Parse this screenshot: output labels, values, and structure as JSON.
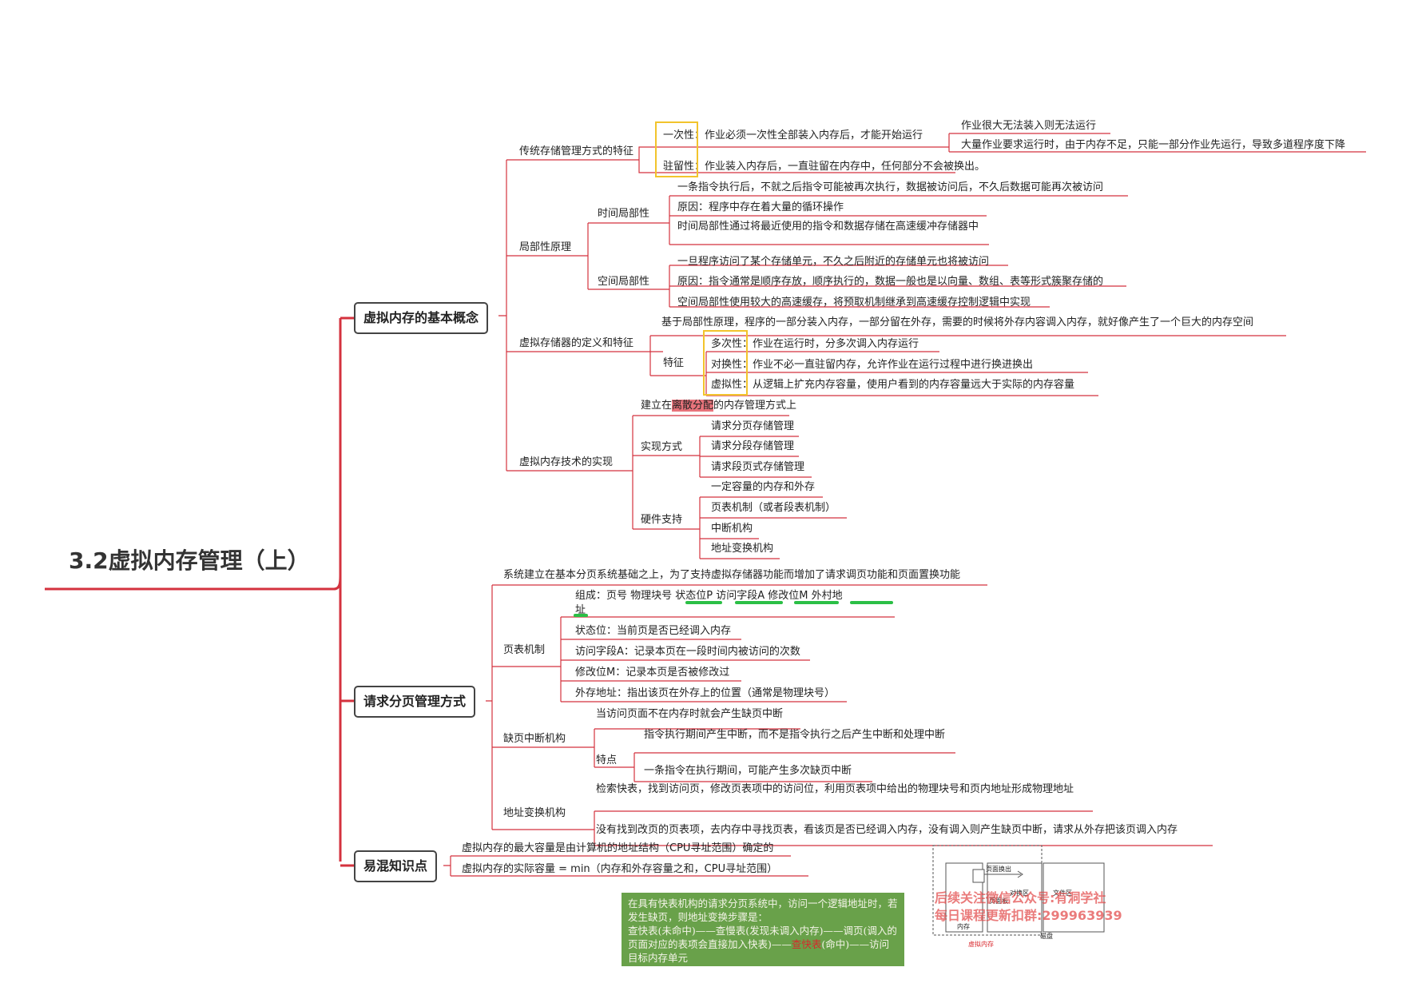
{
  "title": "3.2虚拟内存管理（上）",
  "branches": {
    "basic": "虚拟内存的基本概念",
    "paging": "请求分页管理方式",
    "confusing": "易混知识点"
  },
  "basic": {
    "traditional": {
      "label": "传统存储管理方式的特征",
      "one_time_key": "一次性",
      "one_time_text": "：作业必须一次性全部装入内存后，才能开始运行",
      "one_time_sub": [
        "作业很大无法装入则无法运行",
        "大量作业要求运行时，由于内存不足，只能一部分作业先运行，导致多道程序度下降"
      ],
      "resident_key": "驻留性",
      "resident_text": "：作业装入内存后，一直驻留在内存中，任何部分不会被换出。"
    },
    "locality": {
      "label": "局部性原理",
      "temporal": {
        "label": "时间局部性",
        "items": [
          "一条指令执行后，不就之后指令可能被再次执行，数据被访问后，不久后数据可能再次被访问",
          "原因：程序中存在着大量的循环操作",
          "时间局部性通过将最近使用的指令和数据存储在高速缓冲存储器中"
        ]
      },
      "spatial": {
        "label": "空间局部性",
        "items": [
          "一旦程序访问了某个存储单元，不久之后附近的存储单元也将被访问",
          "原因：指令通常是顺序存放，顺序执行的，数据一般也是以向量、数组、表等形式簇聚存储的",
          "空间局部性使用较大的高速缓存，将预取机制继承到高速缓存控制逻辑中实现"
        ]
      }
    },
    "definition": {
      "label": "虚拟存储器的定义和特征",
      "def_text": "基于局部性原理，程序的一部分装入内存，一部分留在外存，需要的时候将外存内容调入内存，就好像产生了一个巨大的内存空间",
      "feature_label": "特征",
      "features": [
        {
          "key": "多次性",
          "text": "：作业在运行时，分多次调入内存运行"
        },
        {
          "key": "对换性",
          "text": "：作业不必一直驻留内存，允许作业在运行过程中进行换进换出"
        },
        {
          "key": "虚拟性",
          "text": "：从逻辑上扩充内存容量，使用户看到的内存容量远大于实际的内存容量"
        }
      ]
    },
    "implementation": {
      "label": "虚拟内存技术的实现",
      "basis_pre": "建立在",
      "basis_hl": "离散分配",
      "basis_post": "的内存管理方式上",
      "methods_label": "实现方式",
      "methods": [
        "请求分页存储管理",
        "请求分段存储管理",
        "请求段页式存储管理"
      ],
      "hardware_label": "硬件支持",
      "hardware": [
        "一定容量的内存和外存",
        "页表机制（或者段表机制）",
        "中断机构",
        "地址变换机构"
      ]
    }
  },
  "paging": {
    "intro": "系统建立在基本分页系统基础之上，为了支持虚拟存储器功能而增加了请求调页功能和页面置换功能",
    "page_table": {
      "label": "页表机制",
      "composition_line1": "组成：页号   物理块号   状态位P   访问字段A   修改位M   外村地",
      "composition_line2": "址",
      "items": [
        "状态位：当前页是否已经调入内存",
        "访问字段A：记录本页在一段时间内被访问的次数",
        "修改位M：记录本页是否被修改过",
        "外存地址：指出该页在外存上的位置（通常是物理块号）"
      ]
    },
    "page_fault": {
      "label": "缺页中断机构",
      "trigger": "当访问页面不在内存时就会产生缺页中断",
      "feature_label": "特点",
      "features": [
        "指令执行期间产生中断，而不是指令执行之后产生中断和处理中断",
        "一条指令在执行期间，可能产生多次缺页中断"
      ]
    },
    "address": {
      "label": "地址变换机构",
      "items": [
        "检索快表，找到访问页，修改页表项中的访问位，利用页表项中给出的物理块号和页内地址形成物理地址",
        "没有找到改页的页表项，去内存中寻找页表，看该页是否已经调入内存，没有调入则产生缺页中断，请求从外存把该页调入内存"
      ]
    }
  },
  "confusing": {
    "items": [
      "虚拟内存的最大容量是由计算机的地址结构（CPU寻址范围）确定的",
      "虚拟内存的实际容量 =     min（内存和外存容量之和，CPU寻址范围）"
    ]
  },
  "note": {
    "line1": "在具有快表机构的请求分页系统中，访问一个逻辑地址时，若发生缺页，则地址变换步骤是：",
    "line2_pre": "查快表(未命中)——查慢表(发现未调入内存)——调页(调入的页面对应的表项会直接加入快表)——",
    "line2_hl": "查快表",
    "line2_post": "(命中)——访问目标内存单元"
  },
  "thumbnail": {
    "page_swap": "页面换出",
    "swap_area": "对换区",
    "file_area": "文件区",
    "page_frame": "页面板",
    "memory": "内存",
    "disk": "磁盘",
    "virtual_memory": "虚拟内存",
    "watermark1": "后续关注微信公众号:有洞学社",
    "watermark2": "每日课程更新扣群:299963939"
  },
  "colors": {
    "branch_line": "#d4323e",
    "highlight": "#e8737b",
    "green_mark": "#2bbf46",
    "yellow_box": "#f2c42c",
    "note_bg": "#69a14a"
  }
}
